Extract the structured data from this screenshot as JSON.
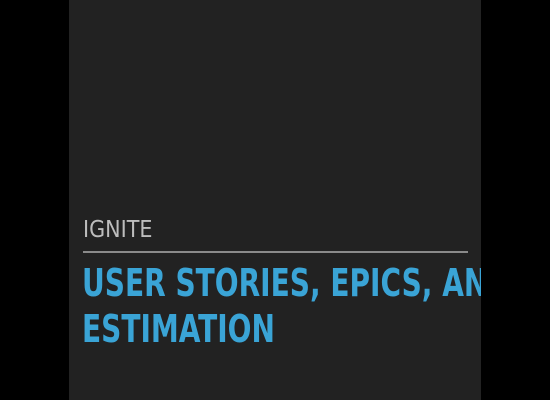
{
  "slide": {
    "kicker": "IGNITE",
    "title_lines": [
      "USER STORIES, EPICS, AND",
      "ESTIMATION"
    ]
  },
  "colors": {
    "background": "#000000",
    "slide_background": "#222222",
    "kicker_text": "#bdbdbd",
    "rule": "#8a8a8a",
    "title_text": "#3aa4d6"
  }
}
